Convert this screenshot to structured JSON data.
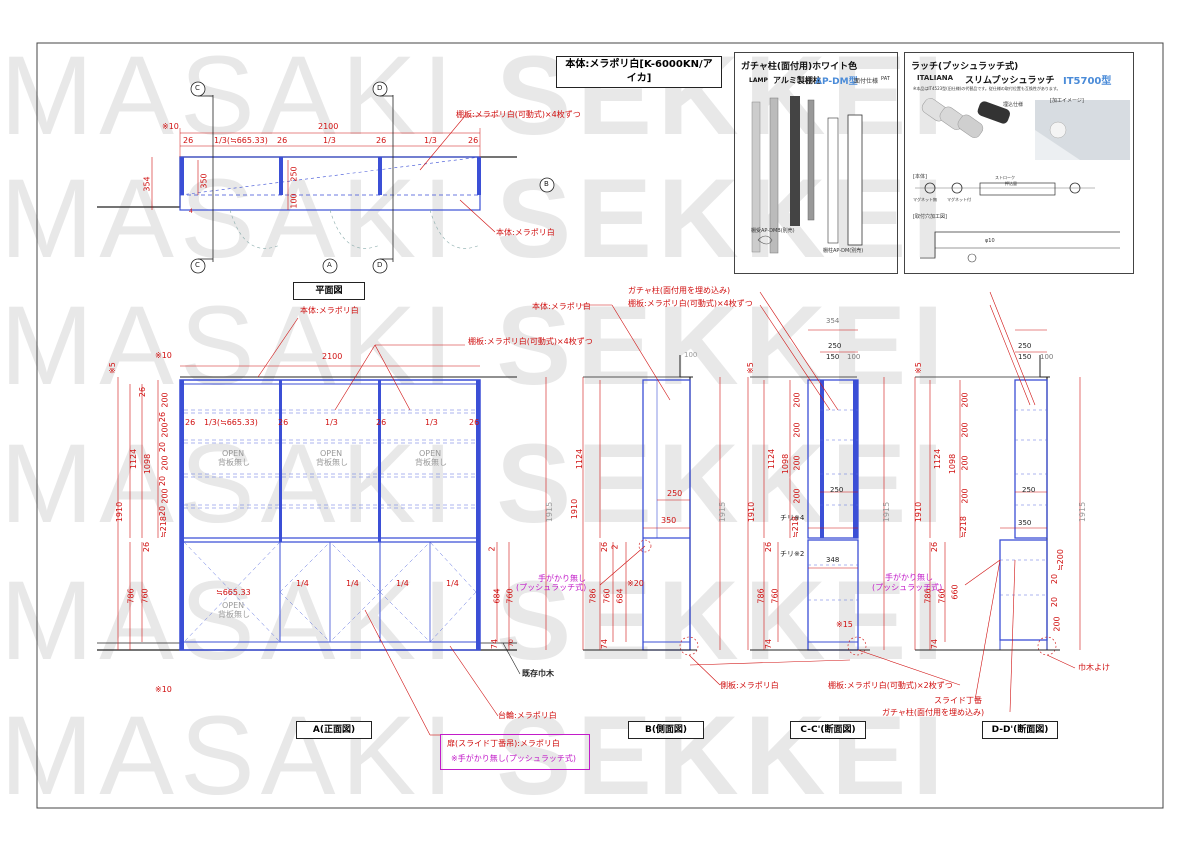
{
  "watermark": {
    "word1": "MASAKI",
    "word2": "SEKKEI"
  },
  "header": {
    "material_title": "本体:メラポリ白[K-6000KN/アイカ]"
  },
  "panel_gacha": {
    "title": "ガチャ柱(面付用)ホワイト色",
    "brand": "LAMP",
    "product": "アルミ製棚柱",
    "model": "AP-DM型",
    "spec": "面付仕様",
    "pat": "PAT",
    "note1": "棚受AP-DMB(別売)",
    "note2": "棚柱AP-DM(別売)"
  },
  "panel_latch": {
    "title": "ラッチ(プッシュラッチ式)",
    "brand": "ITALIANA",
    "product": "スリムプッシュラッチ",
    "model": "IT5700型",
    "note": "※本品はIT4523型(旧仕様)の代替品です。従仕様の取付位置も互換性があります。",
    "label_product": "[本体]",
    "label_hole": "[取付穴加工図]",
    "label_image": "[加工イメージ]",
    "label_tip": "埋込仕様",
    "dim_stroke": "ストローク",
    "dim_push": "押込量",
    "magnet1": "マグネット無",
    "magnet2": "マグネット付",
    "d_phi": "φ10"
  },
  "plan": {
    "title": "平面図",
    "label_c": "C",
    "label_d": "D",
    "label_a": "A",
    "label_b": "B",
    "total_width": "2100",
    "note10": "※10",
    "dims_top": [
      "26",
      "1/3(≒665.33)",
      "26",
      "1/3",
      "26",
      "1/3",
      "26"
    ],
    "depth": "354",
    "d350": "350",
    "d250": "250",
    "d100": "100",
    "d4": "4",
    "shelf_note": "棚板:メラポリ白(可動式)×4枚ずつ",
    "body_note": "本体:メラポリ白"
  },
  "front": {
    "title": "A(正面図)",
    "body_note": "本体:メラポリ白",
    "shelf_note": "棚板:メラポリ白(可動式)×4枚ずつ",
    "total_width": "2100",
    "note10_top": "※10",
    "note10_bottom": "※10",
    "note5": "※5",
    "upper_dims": [
      "26",
      "200",
      "26",
      "200",
      "20",
      "200",
      "20",
      "200",
      "20",
      "≒218"
    ],
    "h1124": "1124",
    "h1098": "1098",
    "h1910": "1910",
    "h1915": "1915",
    "h26": "26",
    "h786": "786",
    "h760": "760",
    "h684": "684",
    "h74": "74",
    "h2": "2",
    "h70": "70",
    "upper_cols": [
      "26",
      "1/3(≒665.33)",
      "26",
      "1/3",
      "26",
      "1/3",
      "26"
    ],
    "open1": "OPEN",
    "open2": "背板無し",
    "lower_open1": "OPEN",
    "lower_open2": "背板無し",
    "lower_left": "≒665.33",
    "lower_quarters": [
      "1/4",
      "1/4",
      "1/4",
      "1/4"
    ],
    "baseboard_note": "既存巾木",
    "plinth_note": "台輪:メラポリ白",
    "door_note": "扉(スライド丁番吊):メラポリ白",
    "door_note2": "※手がかり無し(プッシュラッチ式)"
  },
  "side_b": {
    "title": "B(側面図)",
    "body_note": "本体:メラポリ白",
    "d100": "100",
    "d250": "250",
    "d350": "350",
    "h1124": "1124",
    "h1910": "1910",
    "h1915": "1915",
    "h26": "26",
    "h786": "786",
    "h760": "760",
    "h684": "684",
    "h74": "74",
    "h2": "2",
    "note20": "※20",
    "grip_note1": "手がかり無し",
    "grip_note2": "(プッシュラッチ式)",
    "side_note": "側板:メラポリ白"
  },
  "section_c": {
    "title": "C-C'(断面図)",
    "gacha_note": "ガチャ柱(面付用を埋め込み)",
    "shelf_note": "棚板:メラポリ白(可動式)×4枚ずつ",
    "d354": "354",
    "d250": "250",
    "d100": "100",
    "d150": "150",
    "h1124": "1124",
    "h1098": "1098",
    "h1910": "1910",
    "h1915": "1915",
    "h26": "26",
    "h786": "786",
    "h760": "760",
    "h74": "74",
    "note5": "※5",
    "chiri4": "チリ※4",
    "chiri2": "チリ※2",
    "d348": "348",
    "note15": "※15",
    "shelf_note2": "棚板:メラポリ白(可動式)×2枚ずつ",
    "upper_dims": [
      "26",
      "200",
      "26",
      "200",
      "20",
      "200",
      "20",
      "200",
      "20",
      "≒218"
    ]
  },
  "section_d": {
    "title": "D-D'(断面図)",
    "d250": "250",
    "d100": "100",
    "d150": "150",
    "d350": "350",
    "h1124": "1124",
    "h1098": "1098",
    "h1910": "1910",
    "h1915": "1915",
    "h26": "26",
    "h786": "786",
    "h760": "760",
    "h660": "660",
    "h74": "74",
    "note5": "※5",
    "grip_note1": "手がかり無し",
    "grip_note2": "(プッシュラッチ式)",
    "hinge_note": "スライド丁番",
    "gacha_note": "ガチャ柱(面付用を埋め込み)",
    "baseboard_note": "巾木よけ",
    "lower_dims": [
      "≒200",
      "20",
      "200",
      "20",
      "200"
    ],
    "upper_dims": [
      "26",
      "200",
      "26",
      "200",
      "20",
      "200",
      "20",
      "200",
      "20",
      "≒218"
    ]
  },
  "colors": {
    "frame": "#3b4fd6",
    "dim_red": "#d01010",
    "dim_blue": "#5a6ee0",
    "pink": "#c21cc9",
    "watermark": "#e8e8e8"
  }
}
